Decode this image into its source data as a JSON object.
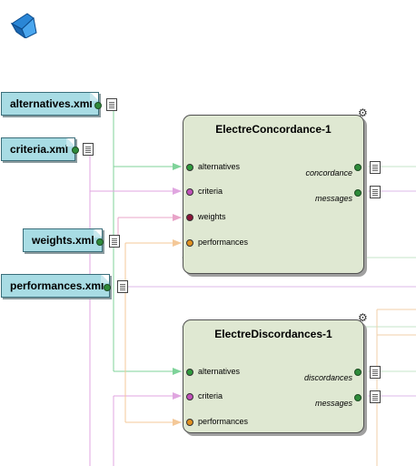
{
  "files": [
    {
      "name": "alternatives.xml"
    },
    {
      "name": "criteria.xml"
    },
    {
      "name": "weights.xml"
    },
    {
      "name": "performances.xml"
    }
  ],
  "boxes": [
    {
      "title": "ElectreConcordance-1",
      "inputs": [
        "alternatives",
        "criteria",
        "weights",
        "performances"
      ],
      "outputs": [
        "concordance",
        "messages"
      ]
    },
    {
      "title": "ElectreDiscordances-1",
      "inputs": [
        "alternatives",
        "criteria",
        "performances"
      ],
      "outputs": [
        "discordances",
        "messages"
      ]
    }
  ],
  "colors": {
    "alternatives": "#2e9a3c",
    "criteria": "#c050b8",
    "weights": "#8a1438",
    "performances": "#e09020",
    "box_fill": "#dfe8d2",
    "file_fill": "#a8dce4"
  },
  "icons": [
    "workflow-logo-icon",
    "document-icon",
    "gear-icon"
  ]
}
